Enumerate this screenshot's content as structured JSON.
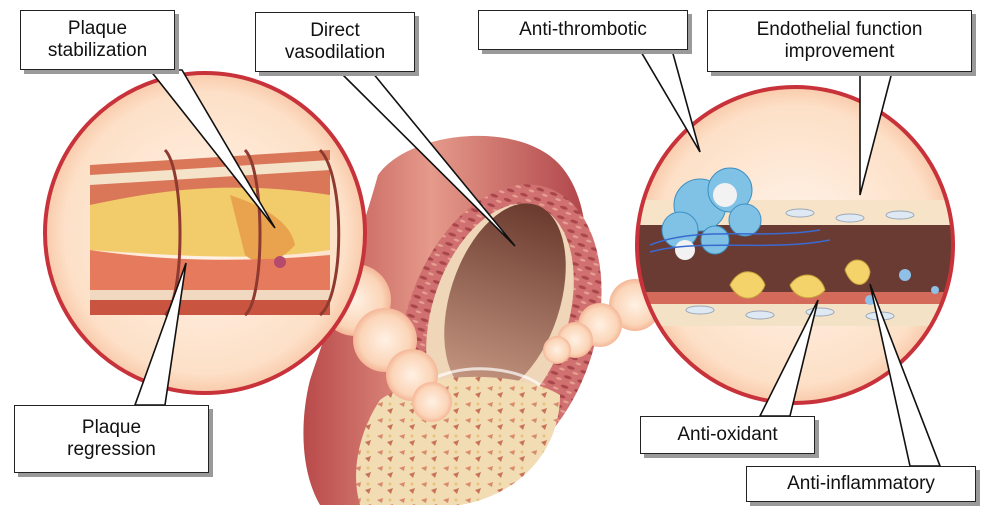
{
  "labels": {
    "plaque_stabilization": [
      "Plaque",
      "stabilization"
    ],
    "direct_vasodilation": [
      "Direct",
      "vasodilation"
    ],
    "anti_thrombotic": "Anti-thrombotic",
    "endothelial_function": [
      "Endothelial function",
      "improvement"
    ],
    "plaque_regression": [
      "Plaque",
      "regression"
    ],
    "anti_oxidant": "Anti-oxidant",
    "anti_inflammatory": "Anti-inflammatory"
  },
  "colors": {
    "circle_border": "#c8323a",
    "vessel_wall": "#c7605e",
    "plaque_yellow": "#f3d36a",
    "platelet_blue": "#7fc2e6",
    "tissue_brown": "#6a3b32"
  }
}
